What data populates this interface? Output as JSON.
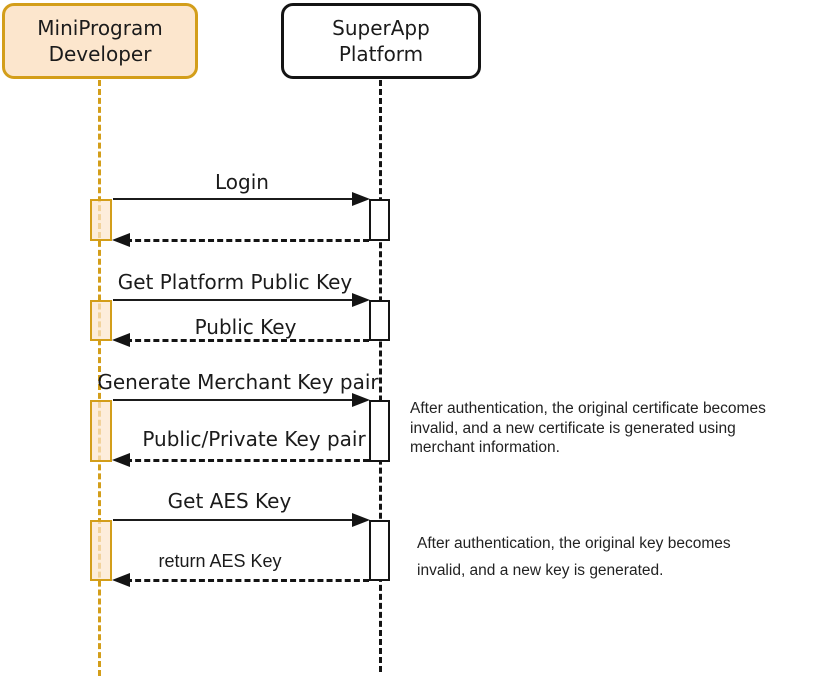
{
  "diagram_type": "sequence-diagram",
  "colors": {
    "accent_orange": "#D39E1A",
    "actor_fill_peach": "#FCE6CD",
    "line_black": "#141414",
    "background": "#FFFFFF"
  },
  "actors": [
    {
      "id": "miniprogram-developer",
      "line1": "MiniProgram",
      "line2": "Developer"
    },
    {
      "id": "superapp-platform",
      "line1": "SuperApp",
      "line2": "Platform"
    }
  ],
  "messages": [
    {
      "call": "Login",
      "return": ""
    },
    {
      "call": "Get Platform Public Key",
      "return": "Public Key"
    },
    {
      "call": "Generate Merchant Key pair",
      "return": "Public/Private Key pair"
    },
    {
      "call": "Get AES Key",
      "return": "return AES Key"
    }
  ],
  "notes": [
    {
      "lines": [
        "After authentication, the original certificate becomes",
        "invalid, and a new certificate is generated using",
        "merchant information."
      ]
    },
    {
      "lines": [
        "After authentication, the original key becomes",
        "invalid, and a new key is generated."
      ]
    }
  ]
}
